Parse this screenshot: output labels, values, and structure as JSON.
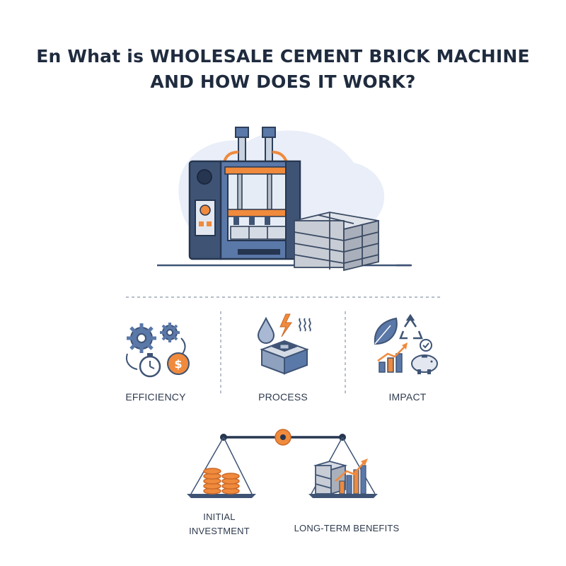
{
  "title": {
    "line1": "En What is WHOLESALE CEMENT BRICK MACHINE",
    "line2": "AND HOW DOES IT WORK?"
  },
  "icons": {
    "efficiency": {
      "label": "EFFICIENCY",
      "icons": [
        "gears-icon",
        "stopwatch-icon",
        "dollar-coin-icon"
      ]
    },
    "process": {
      "label": "PROCESS",
      "icons": [
        "water-drop-icon",
        "lightning-icon",
        "heat-waves-icon",
        "brick-mold-icon"
      ]
    },
    "impact": {
      "label": "IMPACT",
      "icons": [
        "leaf-icon",
        "recycle-icon",
        "growth-chart-icon",
        "piggy-bank-icon",
        "check-icon"
      ]
    }
  },
  "balance": {
    "left_label_line1": "INITIAL",
    "left_label_line2": "INVESTMENT",
    "right_label": "LONG-TERM BENEFITS"
  },
  "colors": {
    "navy": "#3f5475",
    "blue": "#5a78a8",
    "orange": "#f08a3c",
    "light_blue_bg": "#e6ecf7",
    "grey": "#b7bfca"
  }
}
